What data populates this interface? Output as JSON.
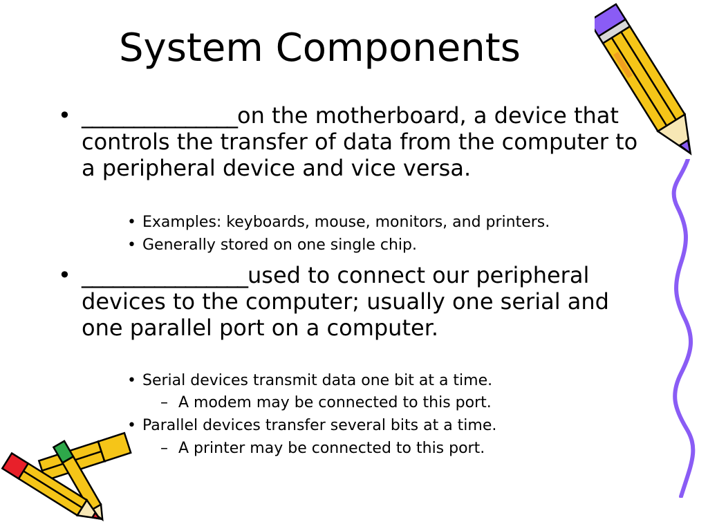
{
  "slide": {
    "title": "System Components",
    "bullets": [
      {
        "blank": "_______________",
        "text": "on the motherboard, a device that controls the transfer of data from the computer to a peripheral device and vice versa.",
        "sub": [
          {
            "text": "Examples:  keyboards, mouse, monitors, and printers."
          },
          {
            "text": "Generally stored on one single chip."
          }
        ]
      },
      {
        "blank": "________________",
        "text": "used to connect our peripheral devices to the computer; usually one serial and one parallel port on  a computer.",
        "sub": [
          {
            "text": "Serial devices transmit data one bit at a time.",
            "subsub": "A modem may be connected to this port."
          },
          {
            "text": "Parallel devices transfer several bits at a time.",
            "subsub": "A printer may be connected to this port."
          }
        ]
      }
    ],
    "bullet_glyph": "•",
    "dash_glyph": "–"
  },
  "colors": {
    "pencil_yellow": "#f5c518",
    "pencil_orange": "#f0a020",
    "squiggle_purple": "#8a5cf5",
    "eraser_red": "#e8202a",
    "eraser_green": "#2ea84a",
    "outline": "#000000"
  },
  "icons": [
    "pencil-clipart-top-right",
    "pencils-clipart-bottom-left",
    "purple-squiggle-line"
  ]
}
